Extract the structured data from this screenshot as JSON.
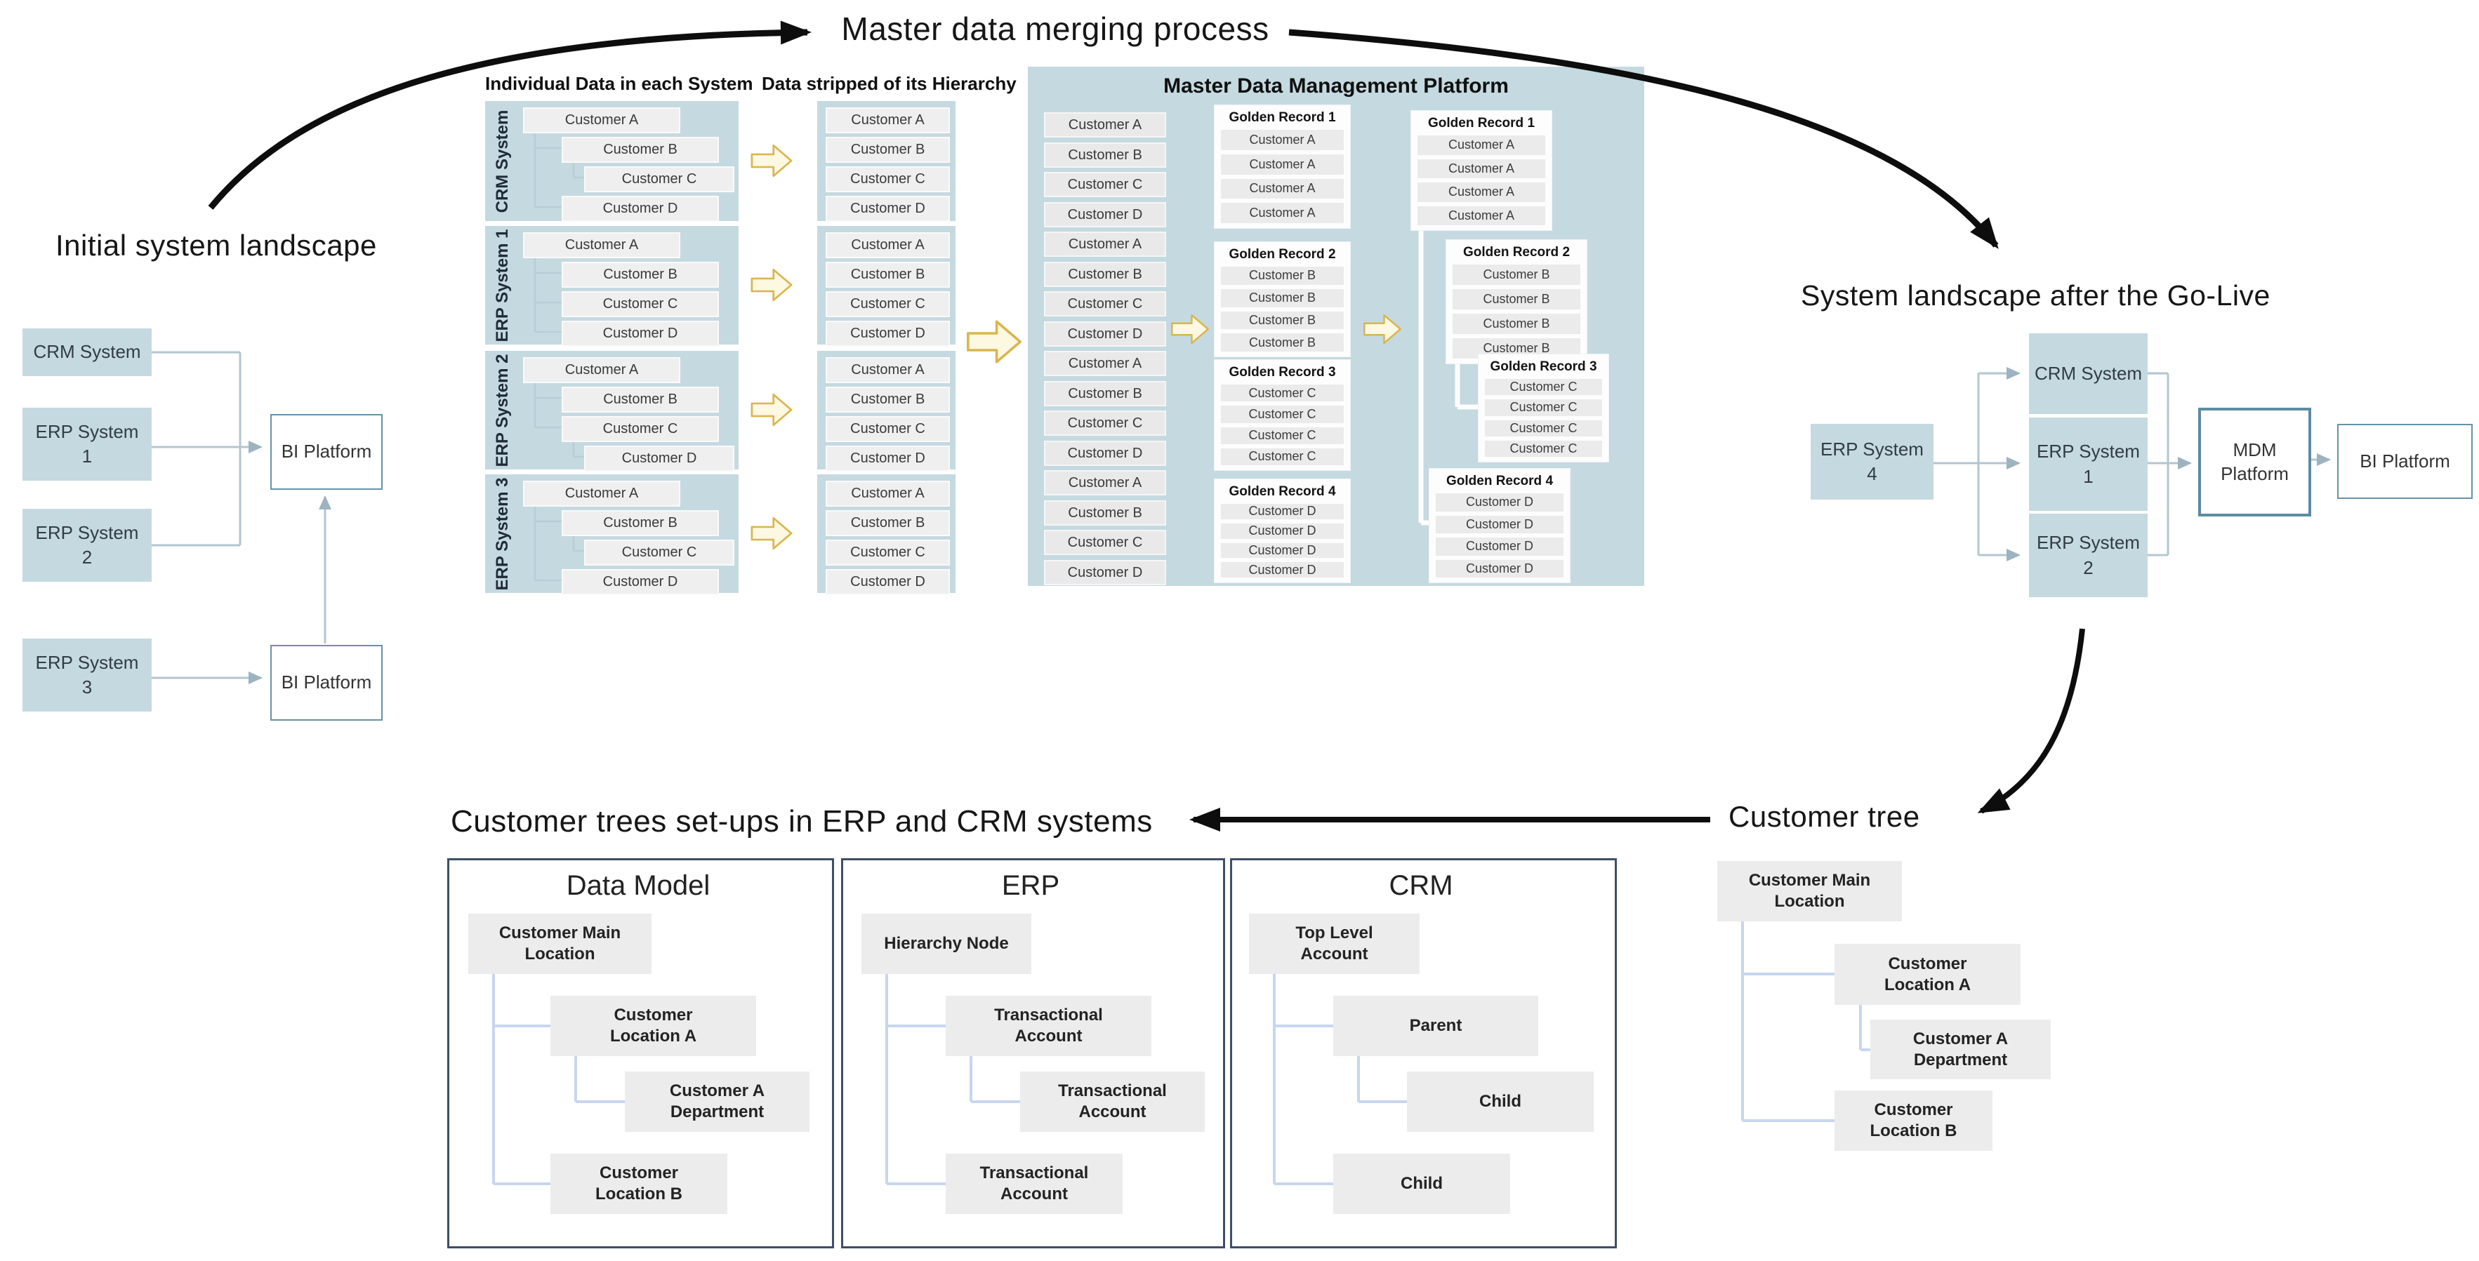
{
  "colors": {
    "panel_blue": "#c5d9e0",
    "item_gray": "#ececec",
    "card_white": "#fdfdfd",
    "accent_border_blue": "#5c8ba3",
    "dark_panel_border": "#3e4f66",
    "gold_arrow_stroke": "#d9b64e",
    "gold_arrow_fill": "#fdf8e1",
    "tree_line_blue": "#c8d6ee",
    "connector_gray": "#b3c6d0",
    "arrow_black": "#0d0d0d"
  },
  "titles": {
    "merging_process": "Master data merging process",
    "initial_landscape": "Initial system landscape",
    "golive_landscape": "System landscape after the Go-Live",
    "customer_tree": "Customer tree",
    "tree_setups": "Customer trees set-ups in ERP and CRM systems"
  },
  "merge_flow": {
    "individual_header": "Individual Data in each System",
    "stripped_header": "Data stripped of its Hierarchy",
    "systems": [
      {
        "label": "CRM System",
        "tree": [
          "Customer A",
          "Customer B",
          "Customer C",
          "Customer D"
        ],
        "stripped": [
          "Customer A",
          "Customer B",
          "Customer C",
          "Customer D"
        ]
      },
      {
        "label": "ERP System 1",
        "tree": [
          "Customer A",
          "Customer B",
          "Customer C",
          "Customer D"
        ],
        "stripped": [
          "Customer A",
          "Customer B",
          "Customer C",
          "Customer D"
        ]
      },
      {
        "label": "ERP System 2",
        "tree": [
          "Customer A",
          "Customer B",
          "Customer C",
          "Customer D"
        ],
        "stripped": [
          "Customer A",
          "Customer B",
          "Customer C",
          "Customer D"
        ]
      },
      {
        "label": "ERP System 3",
        "tree": [
          "Customer A",
          "Customer B",
          "Customer C",
          "Customer D"
        ],
        "stripped": [
          "Customer A",
          "Customer B",
          "Customer C",
          "Customer D"
        ]
      }
    ],
    "mdm": {
      "header": "Master Data Management Platform",
      "pool": [
        "Customer A",
        "Customer B",
        "Customer C",
        "Customer D",
        "Customer A",
        "Customer B",
        "Customer C",
        "Customer D",
        "Customer A",
        "Customer B",
        "Customer C",
        "Customer D",
        "Customer A",
        "Customer B",
        "Customer C",
        "Customer D"
      ],
      "merged_records": [
        {
          "title": "Golden Record 1",
          "rows": [
            "Customer A",
            "Customer A",
            "Customer A",
            "Customer A"
          ]
        },
        {
          "title": "Golden Record 2",
          "rows": [
            "Customer B",
            "Customer B",
            "Customer B",
            "Customer B"
          ]
        },
        {
          "title": "Golden Record 3",
          "rows": [
            "Customer C",
            "Customer C",
            "Customer C",
            "Customer C"
          ]
        },
        {
          "title": "Golden Record 4",
          "rows": [
            "Customer D",
            "Customer D",
            "Customer D",
            "Customer D"
          ]
        }
      ],
      "hierarchy_records": [
        {
          "title": "Golden Record 1",
          "rows": [
            "Customer A",
            "Customer A",
            "Customer A",
            "Customer A"
          ]
        },
        {
          "title": "Golden Record 2",
          "rows": [
            "Customer B",
            "Customer B",
            "Customer B",
            "Customer B"
          ]
        },
        {
          "title": "Golden Record 3",
          "rows": [
            "Customer C",
            "Customer C",
            "Customer C",
            "Customer C"
          ]
        },
        {
          "title": "Golden Record 4",
          "rows": [
            "Customer D",
            "Customer D",
            "Customer D",
            "Customer D"
          ]
        }
      ]
    }
  },
  "initial_landscape": {
    "crm": "CRM System",
    "erp1": "ERP System\n1",
    "erp2": "ERP System\n2",
    "erp3": "ERP System\n3",
    "bi1": "BI Platform",
    "bi2": "BI Platform"
  },
  "golive_landscape": {
    "erp4": "ERP System\n4",
    "crm": "CRM System",
    "erp1": "ERP System\n1",
    "erp2": "ERP System\n2",
    "mdm": "MDM\nPlatform",
    "bi": "BI Platform"
  },
  "customer_tree": {
    "nodes": [
      "Customer Main\nLocation",
      "Customer\nLocation A",
      "Customer A\nDepartment",
      "Customer\nLocation B"
    ]
  },
  "tree_setups": {
    "panels": [
      {
        "header": "Data Model",
        "nodes": [
          "Customer Main\nLocation",
          "Customer\nLocation A",
          "Customer A\nDepartment",
          "Customer\nLocation B"
        ]
      },
      {
        "header": "ERP",
        "nodes": [
          "Hierarchy Node",
          "Transactional\nAccount",
          "Transactional\nAccount",
          "Transactional\nAccount"
        ]
      },
      {
        "header": "CRM",
        "nodes": [
          "Top Level\nAccount",
          "Parent",
          "Child",
          "Child"
        ]
      }
    ]
  }
}
